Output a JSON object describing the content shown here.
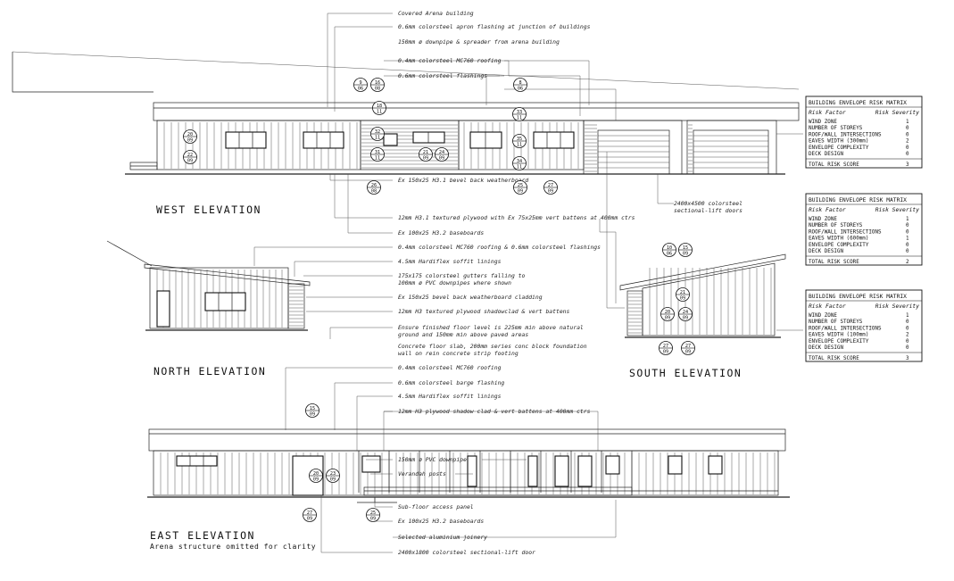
{
  "elevations": {
    "west": {
      "title": "WEST  ELEVATION"
    },
    "north": {
      "title": "NORTH  ELEVATION"
    },
    "south": {
      "title": "SOUTH ELEVATION"
    },
    "east": {
      "title": "EAST  ELEVATION",
      "subtitle": "Arena structure omitted for clarity"
    }
  },
  "notes_west": [
    "Covered Arena building",
    "0.6mm colorsteel apron flashing at junction of buildings",
    "150mm ø downpipe & spreader from arena building",
    "0.4mm colorsteel MC760 roofing",
    "0.6mm colorsteel flashings",
    "Ex 150x25 H3.1 bevel back weatherboard",
    "12mm H3.1 textured plywood with Ex 75x25mm vert battens at 400mm ctrs",
    "Ex 100x25 H3.2 baseboards",
    "2400x4500 colorsteel",
    "sectional-lift doors"
  ],
  "notes_north": [
    "0.4mm colorsteel MC760 roofing & 0.6mm colorsteel flashings",
    "4.5mm Hardiflex soffit linings",
    "175x175 colorsteel gutters falling to",
    "100mm ø PVC downpipes where shown",
    "Ex 150x25 bevel back weatherboard cladding",
    "12mm H3 textured plywood shadowclad & vert battens",
    "Ensure finished floor level is 225mm min above natural",
    "ground and 150mm min above paved areas",
    "Concrete floor slab, 200mm series conc block foundation",
    "wall on rein concrete strip footing"
  ],
  "notes_east": [
    "0.4mm colorsteel MC760 roofing",
    "0.6mm colorsteel barge flashing",
    "4.5mm Hardiflex soffit linings",
    "12mm H3 plywood shadow clad & vert battens at 400mm ctrs",
    "150mm ø PVC downpipe",
    "Verandah posts",
    "Sub-floor access panel",
    "Ex 100x25 H3.2 baseboards",
    "Selected aluminium joinery",
    "2400x1800 colorsteel sectional-lift door"
  ],
  "tags": [
    {
      "n": "9",
      "d": "06"
    },
    {
      "n": "16",
      "d": "08"
    },
    {
      "n": "8",
      "d": "06"
    },
    {
      "n": "18",
      "d": "11"
    },
    {
      "n": "33",
      "d": "11"
    },
    {
      "n": "20",
      "d": "09"
    },
    {
      "n": "32",
      "d": "11"
    },
    {
      "n": "35",
      "d": "11"
    },
    {
      "n": "22",
      "d": "09"
    },
    {
      "n": "31",
      "d": "11"
    },
    {
      "n": "21",
      "d": "09"
    },
    {
      "n": "24",
      "d": "09"
    },
    {
      "n": "34",
      "d": "11"
    },
    {
      "n": "26",
      "d": "08"
    },
    {
      "n": "25",
      "d": "09"
    },
    {
      "n": "27",
      "d": "09"
    },
    {
      "n": "10",
      "d": "06"
    },
    {
      "n": "15",
      "d": "09"
    },
    {
      "n": "21",
      "d": "09"
    },
    {
      "n": "20",
      "d": "09"
    },
    {
      "n": "24",
      "d": "09"
    },
    {
      "n": "27",
      "d": "09"
    },
    {
      "n": "27",
      "d": "09"
    },
    {
      "n": "15",
      "d": "09"
    },
    {
      "n": "20",
      "d": "09"
    },
    {
      "n": "23",
      "d": "09"
    },
    {
      "n": "27",
      "d": "09"
    },
    {
      "n": "25",
      "d": "09"
    }
  ],
  "matrices": [
    {
      "title": "BUILDING ENVELOPE RISK MATRIX",
      "col1": "Risk Factor",
      "col2": "Risk Severity",
      "rows": [
        {
          "factor": "WIND ZONE",
          "value": "1"
        },
        {
          "factor": "NUMBER OF STOREYS",
          "value": "0"
        },
        {
          "factor": "ROOF/WALL INTERSECTIONS",
          "value": "0"
        },
        {
          "factor": "EAVES WIDTH (300mm)",
          "value": "2"
        },
        {
          "factor": "ENVELOPE COMPLEXITY",
          "value": "0"
        },
        {
          "factor": "DECK DESIGN",
          "value": "0"
        }
      ],
      "total_label": "TOTAL RISK SCORE",
      "total": "3"
    },
    {
      "title": "BUILDING ENVELOPE RISK MATRIX",
      "col1": "Risk Factor",
      "col2": "Risk Severity",
      "rows": [
        {
          "factor": "WIND ZONE",
          "value": "1"
        },
        {
          "factor": "NUMBER OF STOREYS",
          "value": "0"
        },
        {
          "factor": "ROOF/WALL INTERSECTIONS",
          "value": "0"
        },
        {
          "factor": "EAVES WIDTH (600mm)",
          "value": "1"
        },
        {
          "factor": "ENVELOPE COMPLEXITY",
          "value": "0"
        },
        {
          "factor": "DECK DESIGN",
          "value": "0"
        }
      ],
      "total_label": "TOTAL RISK SCORE",
      "total": "2"
    },
    {
      "title": "BUILDING ENVELOPE RISK MATRIX",
      "col1": "Risk Factor",
      "col2": "Risk Severity",
      "rows": [
        {
          "factor": "WIND ZONE",
          "value": "1"
        },
        {
          "factor": "NUMBER OF STOREYS",
          "value": "0"
        },
        {
          "factor": "ROOF/WALL INTERSECTIONS",
          "value": "0"
        },
        {
          "factor": "EAVES WIDTH (100mm)",
          "value": "2"
        },
        {
          "factor": "ENVELOPE COMPLEXITY",
          "value": "0"
        },
        {
          "factor": "DECK DESIGN",
          "value": "0"
        }
      ],
      "total_label": "TOTAL RISK SCORE",
      "total": "3"
    }
  ]
}
